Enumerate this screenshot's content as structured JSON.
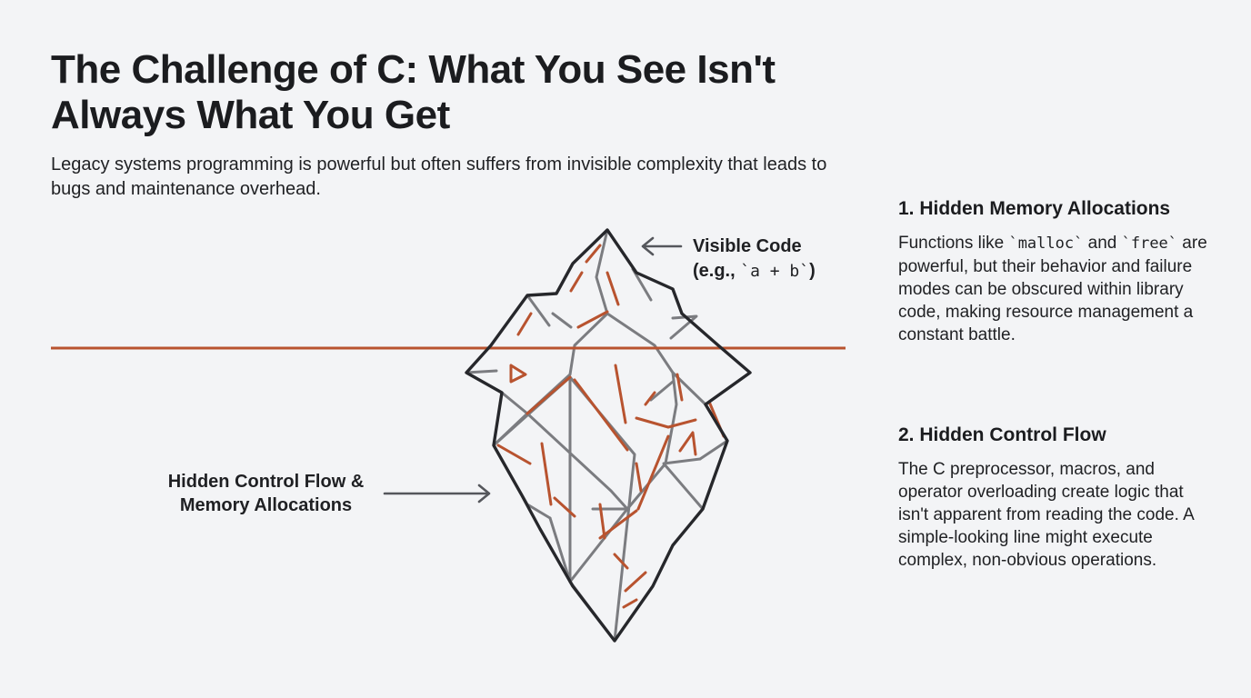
{
  "title": "The Challenge of C: What You See Isn't Always What You Get",
  "subtitle": "Legacy systems programming is powerful but often suffers from invisible complexity that leads to bugs and maintenance overhead.",
  "diagram": {
    "visible_label_line1": "Visible Code",
    "visible_label_prefix": "(e.g., ",
    "visible_label_code": "`a + b`",
    "visible_label_suffix": ")",
    "hidden_label_line1": "Hidden Control Flow &",
    "hidden_label_line2": "Memory Allocations",
    "colors": {
      "outline": "#26272b",
      "inner_lines": "#7b7c80",
      "accent": "#b8532f",
      "waterline": "#b8532f",
      "arrow": "#55575c"
    }
  },
  "sections": [
    {
      "heading": "1. Hidden Memory Allocations",
      "body_prefix": "Functions like ",
      "code1": "`malloc`",
      "body_mid": " and ",
      "code2": "`free`",
      "body_suffix": " are powerful, but their behavior and failure modes can be obscured within library code, making resource management a constant battle."
    },
    {
      "heading": "2. Hidden Control Flow",
      "body": "The C preprocessor, macros, and operator overloading create logic that isn't apparent from reading the code. A simple-looking line might execute complex, non-obvious operations."
    }
  ]
}
